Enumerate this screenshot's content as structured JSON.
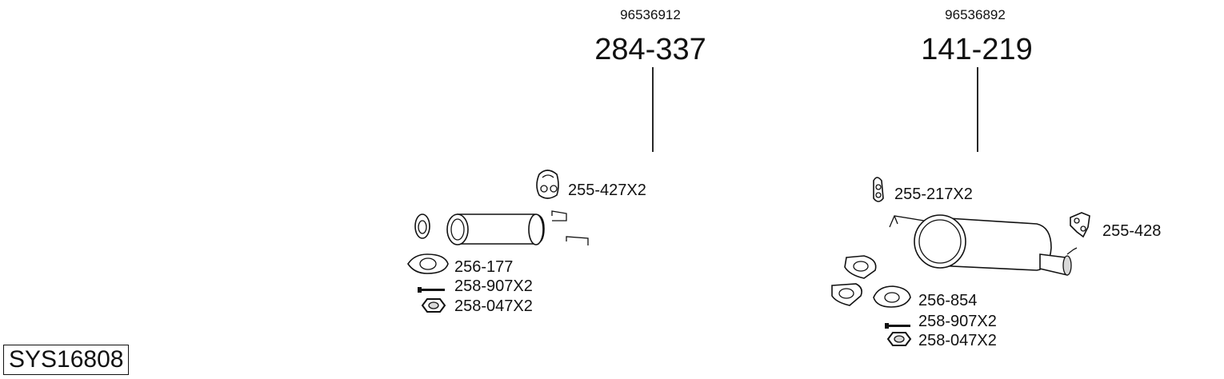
{
  "system_code": "SYS16808",
  "components": [
    {
      "oem": "96536912",
      "part": "284-337"
    },
    {
      "oem": "96536892",
      "part": "141-219"
    }
  ],
  "accessories": {
    "front_hanger": "255-427X2",
    "front_gasket": "256-177",
    "front_bolt": "258-907X2",
    "front_nut": "258-047X2",
    "rear_hanger": "255-217X2",
    "rear_bracket": "255-428",
    "rear_gasket": "256-854",
    "rear_bolt": "258-907X2",
    "rear_nut": "258-047X2"
  }
}
